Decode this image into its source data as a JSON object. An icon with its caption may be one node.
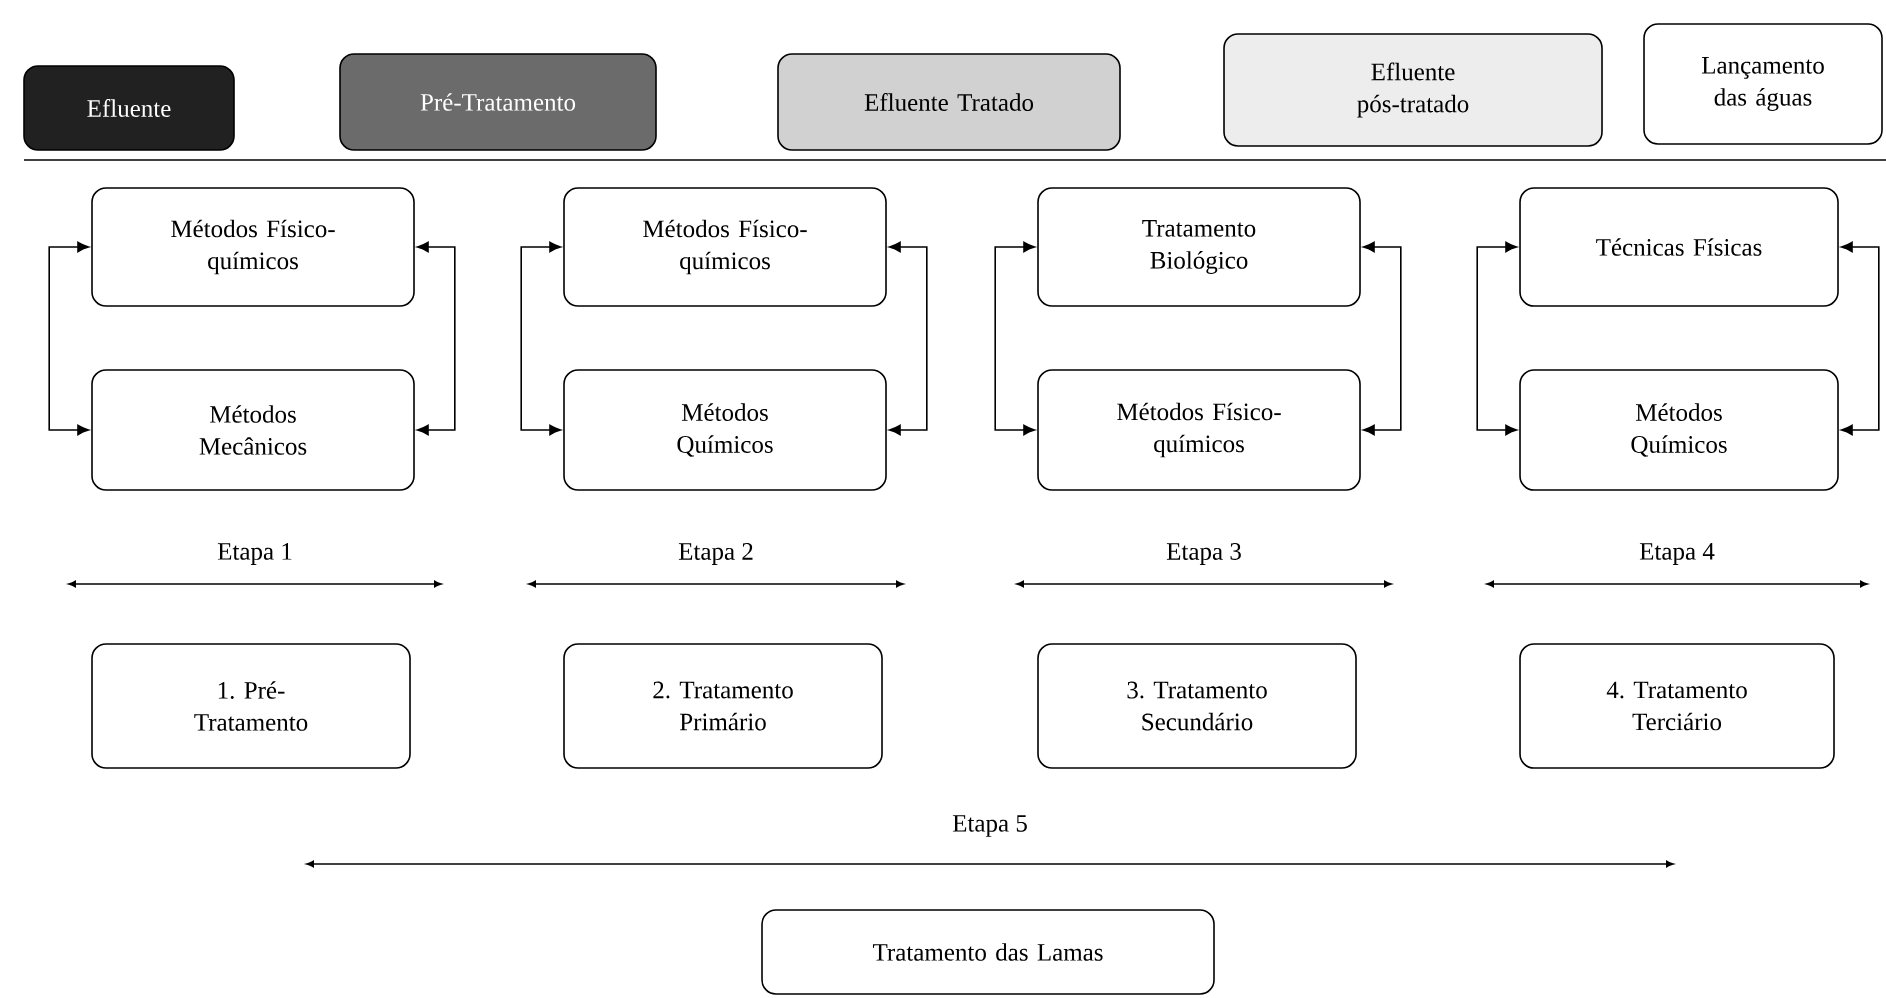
{
  "diagram": {
    "nodes": [
      {
        "text": [
          "Efluente"
        ]
      },
      {
        "text": [
          "Pré-Tratamento"
        ]
      },
      {
        "text": [
          "Efluente Tratado"
        ]
      },
      {
        "text": [
          "Efluente pós-tratado"
        ]
      },
      {
        "text": [
          "Lançamento das águas"
        ]
      },
      {
        "text": [
          "Métodos Físico-químicos"
        ]
      },
      {
        "text": [
          "Métodos Físico-químicos"
        ]
      },
      {
        "text": [
          "Tratamento Biológico"
        ]
      },
      {
        "text": [
          "Técnicas Físicas"
        ]
      },
      {
        "text": [
          "Métodos Mecânicos"
        ]
      },
      {
        "text": [
          "Métodos Químicos"
        ]
      },
      {
        "text": [
          "Métodos Físico-químicos"
        ]
      },
      {
        "text": [
          "Métodos Químicos"
        ]
      },
      {
        "text": [
          "1. Pré-Tratamento"
        ]
      },
      {
        "text": [
          "2. Tratamento Primário"
        ]
      },
      {
        "text": [
          "3. Tratamento Secundário"
        ]
      },
      {
        "text": [
          "4. Tratamento Terciário"
        ]
      },
      {
        "text": [
          "Tratamento das Lamas"
        ]
      }
    ],
    "edges": [
      {
        "from": 5,
        "to": 9,
        "arrow": "both"
      },
      {
        "from": 5,
        "to": 9,
        "arrow": "both"
      },
      {
        "from": 6,
        "to": 10,
        "arrow": "both"
      },
      {
        "from": 6,
        "to": 10,
        "arrow": "both"
      },
      {
        "from": 7,
        "to": 11,
        "arrow": "both"
      },
      {
        "from": 7,
        "to": 11,
        "arrow": "both"
      },
      {
        "from": 8,
        "to": 12,
        "arrow": "both"
      },
      {
        "from": 8,
        "to": 12,
        "arrow": "both"
      }
    ],
    "labels": [
      "Etapa 1",
      "Etapa 2",
      "Etapa 3",
      "Etapa 4",
      "Etapa 5"
    ]
  }
}
